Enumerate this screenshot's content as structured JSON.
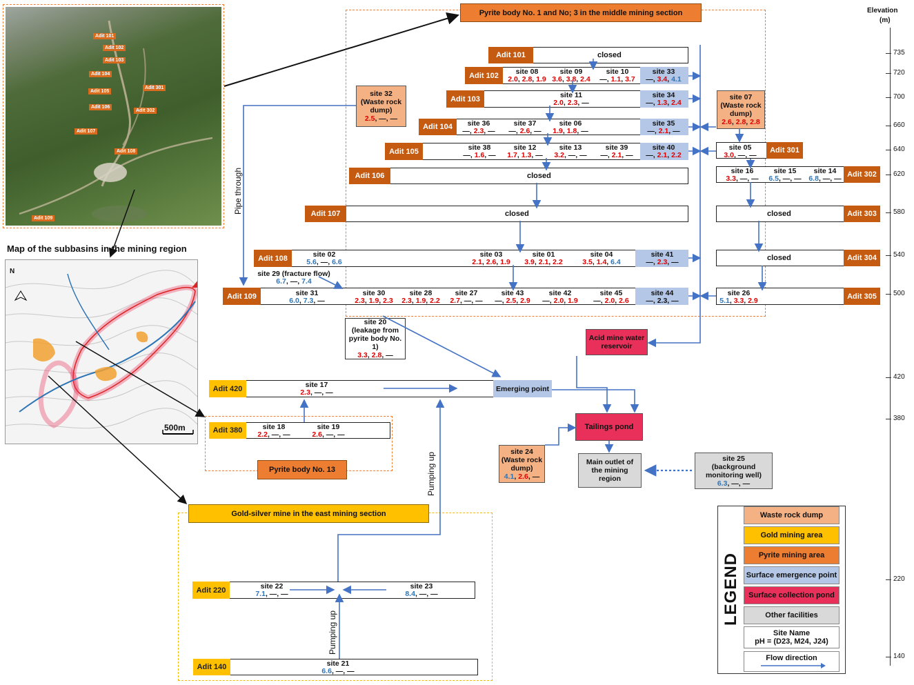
{
  "header": {
    "middle_section": "Pyrite body No. 1 and No; 3 in the middle mining section",
    "map_title": "Map of the subbasins in the mining region",
    "east_section": "Gold-silver mine in the east mining section",
    "pyrite13": "Pyrite body No. 13",
    "scale": "500m",
    "north": "N"
  },
  "photo_labels": [
    "Adit 101",
    "Adit 102",
    "Adit 103",
    "Adit 104",
    "Adit 105",
    "Adit 106",
    "Adit 107",
    "Adit 108",
    "Adit 109",
    "Adit 301",
    "Adit 302"
  ],
  "adits": {
    "a101": "Adit 101",
    "a102": "Adit 102",
    "a103": "Adit 103",
    "a104": "Adit 104",
    "a105": "Adit 105",
    "a106": "Adit 106",
    "a107": "Adit 107",
    "a108": "Adit 108",
    "a109": "Adit 109",
    "a301": "Adit 301",
    "a302": "Adit 302",
    "a303": "Adit 303",
    "a304": "Adit 304",
    "a305": "Adit 305",
    "a420": "Adit 420",
    "a380": "Adit 380",
    "a220": "Adit 220",
    "a140": "Adit 140"
  },
  "closed_label": "closed",
  "sites": {
    "s08": {
      "name": "site 08",
      "ph": [
        "2.0",
        "2.8",
        "1.9"
      ]
    },
    "s09": {
      "name": "site 09",
      "ph": [
        "3.6",
        "3.8",
        "2.4"
      ]
    },
    "s10": {
      "name": "site 10",
      "ph": [
        "—",
        "1.1",
        "3.7"
      ]
    },
    "s33": {
      "name": "site  33",
      "ph": [
        "—",
        "3.4",
        "4.1"
      ]
    },
    "s11": {
      "name": "site 11",
      "ph": [
        "2.0",
        "2.3",
        "—"
      ]
    },
    "s34": {
      "name": "site 34",
      "ph": [
        "—",
        "1.3",
        "2.4"
      ]
    },
    "s36": {
      "name": "site 36",
      "ph": [
        "—",
        "2.3",
        "—"
      ]
    },
    "s37": {
      "name": "site 37",
      "ph": [
        "—",
        "2.6",
        "—"
      ]
    },
    "s06": {
      "name": "site 06",
      "ph": [
        "1.9",
        "1.8",
        "—"
      ]
    },
    "s35": {
      "name": "site 35",
      "ph": [
        "—",
        "2.1",
        "—"
      ]
    },
    "s38": {
      "name": "site 38",
      "ph": [
        "—",
        "1.6",
        "—"
      ]
    },
    "s12": {
      "name": "site 12",
      "ph": [
        "1.7",
        "1.3",
        "—"
      ]
    },
    "s13": {
      "name": "site 13",
      "ph": [
        "3.2",
        "—",
        "—"
      ]
    },
    "s39": {
      "name": "site 39",
      "ph": [
        "—",
        "2.1",
        "—"
      ]
    },
    "s40": {
      "name": "site 40",
      "ph": [
        "—",
        "2.1",
        "2.2"
      ]
    },
    "s05": {
      "name": "site 05",
      "ph": [
        "3.0",
        "—",
        "—"
      ]
    },
    "s16": {
      "name": "site 16",
      "ph": [
        "3.3",
        "—",
        "—"
      ]
    },
    "s15": {
      "name": "site 15",
      "ph": [
        "6.5",
        "—",
        "—"
      ]
    },
    "s14": {
      "name": "site 14",
      "ph": [
        "6.8",
        "—",
        "—"
      ]
    },
    "s02": {
      "name": "site 02",
      "ph": [
        "5.6",
        "—",
        "6.6"
      ]
    },
    "s03": {
      "name": "site 03",
      "ph": [
        "2.1",
        "2.6",
        "1.9"
      ]
    },
    "s01": {
      "name": "site 01",
      "ph": [
        "3.9",
        "2.1",
        "2.2"
      ]
    },
    "s04": {
      "name": "site 04",
      "ph": [
        "3.5",
        "1.4",
        "6.4"
      ]
    },
    "s41": {
      "name": "site 41",
      "ph": [
        "—",
        "2.3",
        "—"
      ]
    },
    "s29": {
      "name": "site 29 (fracture  flow)",
      "ph": [
        "6.7",
        "—",
        "7.4"
      ]
    },
    "s31": {
      "name": "site 31",
      "ph": [
        "6.0",
        "7.3",
        "—"
      ]
    },
    "s30": {
      "name": "site 30",
      "ph": [
        "2.3",
        "1.9",
        "2.3"
      ]
    },
    "s28": {
      "name": "site 28",
      "ph": [
        "2.3",
        "1.9",
        "2.2"
      ]
    },
    "s27": {
      "name": "site 27",
      "ph": [
        "2.7",
        "—",
        "—"
      ]
    },
    "s43": {
      "name": "site 43",
      "ph": [
        "—",
        "2.5",
        "2.9"
      ]
    },
    "s42": {
      "name": "site 42",
      "ph": [
        "—",
        "2.0",
        "1.9"
      ]
    },
    "s45": {
      "name": "site 45",
      "ph": [
        "—",
        "2.0",
        "2.6"
      ]
    },
    "s44": {
      "name": "site 44",
      "ph": [
        "—",
        "2.3",
        "—"
      ]
    },
    "s26": {
      "name": "site 26",
      "ph": [
        "5.1",
        "3.3",
        "2.9"
      ]
    },
    "s17": {
      "name": "site 17",
      "ph": [
        "2.3",
        "—",
        "—"
      ]
    },
    "s18": {
      "name": "site 18",
      "ph": [
        "2.2",
        "—",
        "—"
      ]
    },
    "s19": {
      "name": "site 19",
      "ph": [
        "2.6",
        "—",
        "—"
      ]
    },
    "s22": {
      "name": "site 22",
      "ph": [
        "7.1",
        "—",
        "—"
      ]
    },
    "s23": {
      "name": "site 23",
      "ph": [
        "8.4",
        "—",
        "—"
      ]
    },
    "s21": {
      "name": "site 21",
      "ph": [
        "6.6",
        "—",
        "—"
      ]
    }
  },
  "boxes": {
    "s32": {
      "name": "site 32",
      "desc": "(Waste rock dump)",
      "ph": [
        "2.5",
        "—",
        "—"
      ]
    },
    "s07": {
      "name": "site 07",
      "desc": "(Waste rock dump)",
      "ph": [
        "2.6",
        "2.8",
        "2.8"
      ]
    },
    "s20": {
      "name": "site 20",
      "desc": "(leakage from pyrite body No. 1)",
      "ph": [
        "3.3",
        "2.8",
        "—"
      ]
    },
    "s24": {
      "name": "site 24",
      "desc": "(Waste rock dump)",
      "ph": [
        "4.1",
        "2.6",
        "—"
      ]
    },
    "s25": {
      "name": "site 25",
      "desc": "(background monitoring well)",
      "ph": [
        "6.3",
        "—",
        "—"
      ]
    }
  },
  "facilities": {
    "reservoir": "Acid mine water reservoir",
    "tailings": "Tailings pond",
    "outlet": "Main outlet of the mining region",
    "emerging": "Emerging point"
  },
  "flow_labels": {
    "pipe": "Pipe through",
    "pump1": "Pumping up",
    "pump2": "Pumping up"
  },
  "elevation": {
    "title": "Elevation",
    "unit": "(m)",
    "ticks": [
      "735",
      "720",
      "700",
      "660",
      "640",
      "620",
      "580",
      "540",
      "500",
      "420",
      "380",
      "220",
      "140"
    ]
  },
  "legend": {
    "title": "LEGEND",
    "items": [
      "Waste rock dump",
      "Gold mining area",
      "Pyrite mining area",
      "Surface emergence point",
      "Surface collection pond",
      "Other facilities"
    ],
    "site_name": "Site Name",
    "ph_line": "pH = (D23, M24, J24)",
    "flow": "Flow direction"
  },
  "colors": {
    "waste": "#f4b183",
    "gold": "#ffc000",
    "pyrite": "#ed7d31",
    "emergence": "#b4c7e7",
    "pond": "#e8305a",
    "other": "#d9d9d9",
    "flow": "#4472c4",
    "adit_pyrite": "#c55a11"
  }
}
